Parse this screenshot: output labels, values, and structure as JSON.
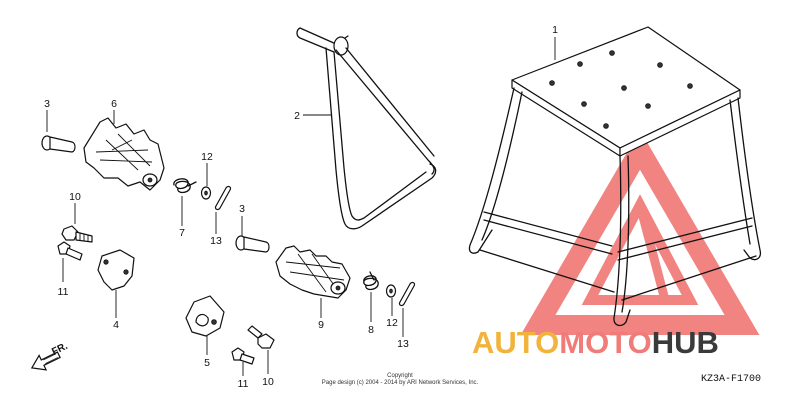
{
  "callouts": [
    {
      "id": "c1",
      "label": "1"
    },
    {
      "id": "c2",
      "label": "2"
    },
    {
      "id": "c3a",
      "label": "3"
    },
    {
      "id": "c6",
      "label": "6"
    },
    {
      "id": "c12a",
      "label": "12"
    },
    {
      "id": "c7",
      "label": "7"
    },
    {
      "id": "c13a",
      "label": "13"
    },
    {
      "id": "c10a",
      "label": "10"
    },
    {
      "id": "c11a",
      "label": "11"
    },
    {
      "id": "c4",
      "label": "4"
    },
    {
      "id": "c3b",
      "label": "3"
    },
    {
      "id": "c9",
      "label": "9"
    },
    {
      "id": "c8",
      "label": "8"
    },
    {
      "id": "c12b",
      "label": "12"
    },
    {
      "id": "c13b",
      "label": "13"
    },
    {
      "id": "c5",
      "label": "5"
    },
    {
      "id": "c11b",
      "label": "11"
    },
    {
      "id": "c10b",
      "label": "10"
    }
  ],
  "watermark": {
    "part1": "AUTO",
    "part2": "MOTO",
    "part3": "HUB",
    "color1": "#f2b33d",
    "color2": "#f07b78",
    "color3": "#3a3a3a",
    "logo_color": "#ef6f6c"
  },
  "copyright": {
    "line1": "Copyright",
    "line2": "Page design (c) 2004 - 2014 by ARI Network Services, Inc."
  },
  "direction_label": "FR.",
  "diagram_code": "KZ3A-F1700"
}
